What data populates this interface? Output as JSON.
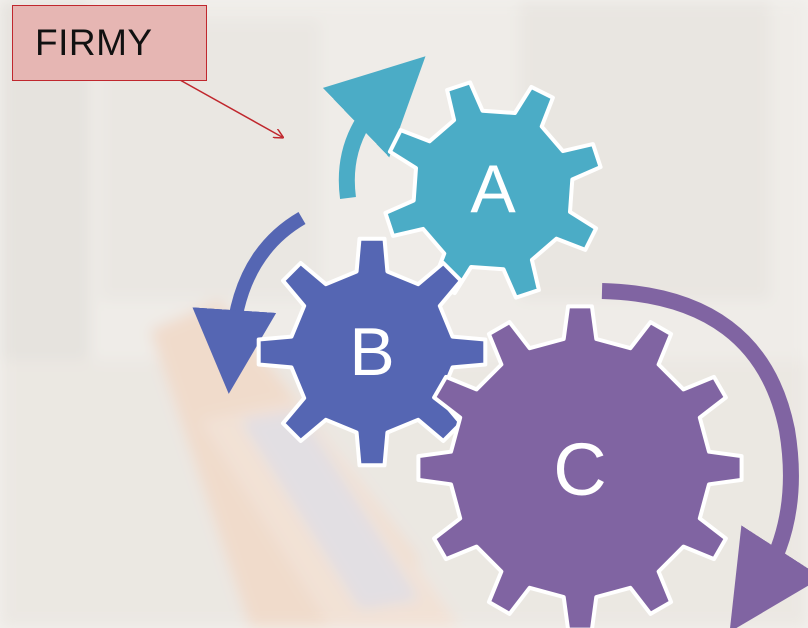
{
  "label": {
    "text": "FIRMY"
  },
  "gears": [
    {
      "id": "A",
      "letter": "A",
      "color": "#4bacc6"
    },
    {
      "id": "B",
      "letter": "B",
      "color": "#5566b3"
    },
    {
      "id": "C",
      "letter": "C",
      "color": "#8064a2"
    }
  ],
  "colors": {
    "label_fill": "#e6b6b3",
    "label_border": "#c0272d",
    "pointer_arrow": "#c0272d",
    "gear_text": "#ffffff"
  },
  "icons": {
    "label_pointer": "arrow-icon",
    "cycle_arrows": "curved-arrow-icon"
  }
}
